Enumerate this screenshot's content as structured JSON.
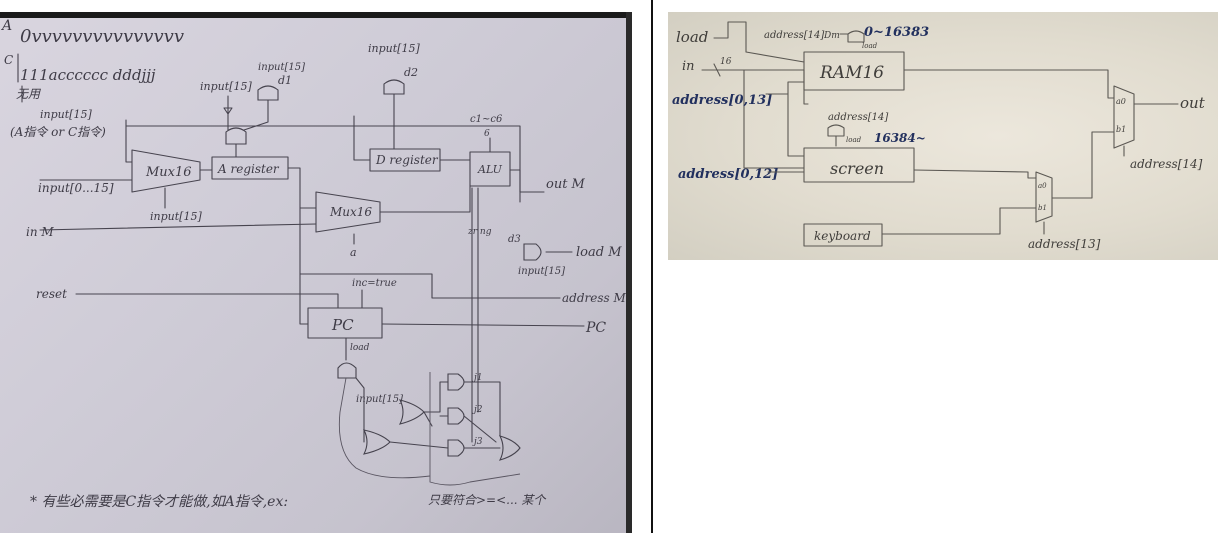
{
  "left_diagram": {
    "instruction_bits": "0vvvvvvvvvvvvvvv",
    "c_bits": "111acccccc dddjjj",
    "row_a": "A",
    "row_c": "C",
    "side_note": "无用",
    "input15_top": "input[15]",
    "a_or_c": "(A指令 or C指令)",
    "input15_a": "input[15]",
    "input15_d1": "input[15]",
    "d1": "d1",
    "input15_d2": "input[15]",
    "d2": "d2",
    "c1c6": "c1~c6",
    "six": "6",
    "mux1": "Mux16",
    "a_register": "A register",
    "d_register": "D register",
    "alu": "ALU",
    "input_0_15": "input[0...15]",
    "input15_mux": "input[15]",
    "mux2": "Mux16",
    "a_sel": "a",
    "out_m": "out M",
    "in_m": "in M",
    "zr_ng": "zr ng",
    "d3": "d3",
    "load_m": "load M",
    "input15_loadm": "input[15]",
    "reset": "reset",
    "inc_true": "inc=true",
    "address_m": "address M",
    "pc_box": "PC",
    "pc_out": "PC",
    "load": "load",
    "input15_pc": "input[15]",
    "j1": "j1",
    "j2": "j2",
    "j3": "j3",
    "footnote": "* 有些必需要是C指令才能做,如A指令,ex:",
    "bottom_note": "只要符合>=<... 某个"
  },
  "right_diagram": {
    "load": "load",
    "in": "in",
    "in_width": "16",
    "address_14_dmux": "address[14]",
    "dmux": "Dm",
    "range_ram": "0~16383",
    "ram16": "RAM16",
    "load_small": "load",
    "address_0_13": "address[0,13]",
    "address_14_screen": "address[14]",
    "load_screen": "load",
    "range_screen": "16384~",
    "screen": "screen",
    "address_0_12": "address[0,12]",
    "keyboard": "keyboard",
    "mux_a0": "a0",
    "mux_b1": "b1",
    "address_13": "address[13]",
    "mux2_a0": "a0",
    "mux2_b1": "b1",
    "out": "out",
    "address_14_out": "address[14]"
  }
}
